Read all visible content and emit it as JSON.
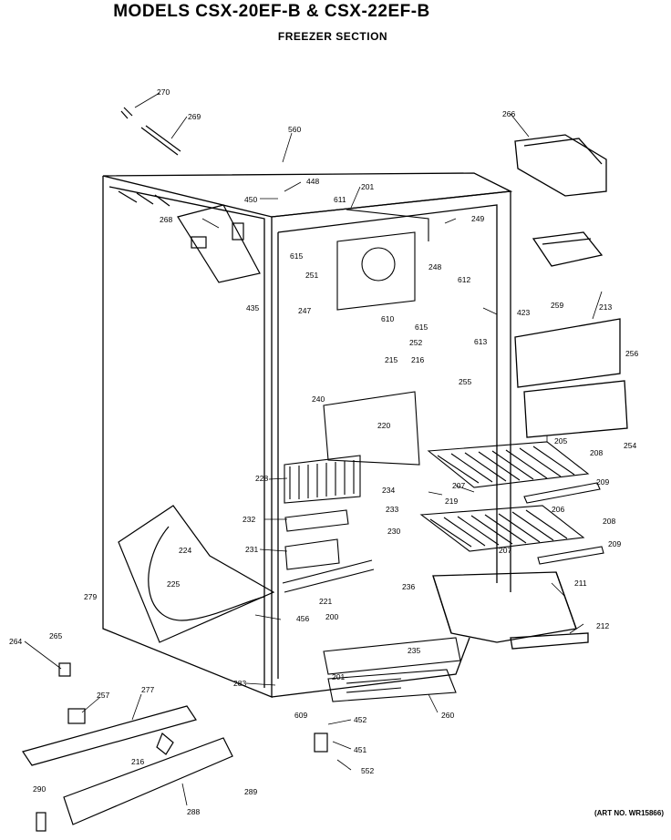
{
  "header": {
    "title": "MODELS CSX-20EF-B & CSX-22EF-B",
    "subtitle": "FREEZER SECTION"
  },
  "footer": {
    "art_number": "(ART NO. WR15866)"
  },
  "parts": [
    "270",
    "269",
    "560",
    "266",
    "448",
    "450",
    "201",
    "611",
    "268",
    "249",
    "615",
    "251",
    "248",
    "612",
    "213",
    "435",
    "247",
    "610",
    "615",
    "259",
    "256",
    "423",
    "613",
    "252",
    "215",
    "216",
    "255",
    "240",
    "254",
    "220",
    "205",
    "208",
    "228",
    "234",
    "207",
    "219",
    "209",
    "232",
    "233",
    "206",
    "230",
    "208",
    "224",
    "231",
    "207",
    "209",
    "225",
    "221",
    "236",
    "211",
    "279",
    "456",
    "200",
    "212",
    "264",
    "265",
    "235",
    "283",
    "201",
    "257",
    "277",
    "609",
    "260",
    "452",
    "451",
    "216",
    "552",
    "289",
    "290",
    "288"
  ]
}
